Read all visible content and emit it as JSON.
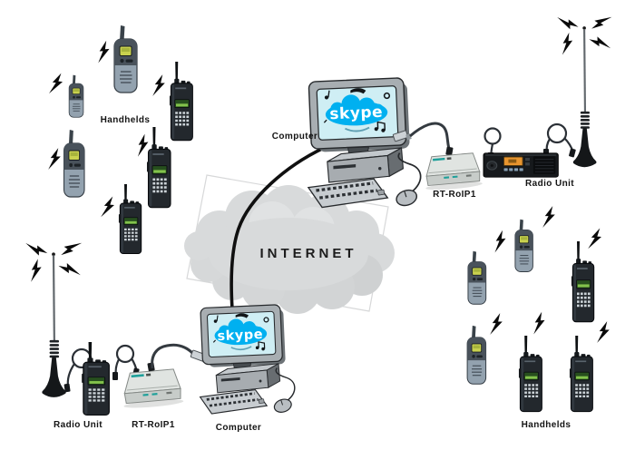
{
  "labels": {
    "internet": "INTERNET",
    "skype": "skype",
    "handhelds_top": "Handhelds",
    "computer_top": "Computer",
    "rtroip_top": "RT-RoIP1",
    "radio_unit_top": "Radio Unit",
    "radio_unit_bottom": "Radio Unit",
    "rtroip_bottom": "RT-RoIP1",
    "computer_bottom": "Computer",
    "handhelds_bottom": "Handhelds"
  },
  "colors": {
    "background": "#ffffff",
    "cloud_gray": "#d8dadb",
    "panel_outline": "#d7d8d9",
    "connection_line": "#101010",
    "skype_blue": "#00b0f0",
    "screen_cyan": "#cfeef4",
    "monitor_gray": "#a8aeb2",
    "device_black": "#16191c",
    "walkie_gray": "#93a2af",
    "lcd_green": "#83c24c",
    "walkie_lcd": "#c9d24f",
    "amber_display": "#e8952f",
    "roip_body": "#dfe3e0",
    "teal_accent": "#1fa09a",
    "label_text": "#141414"
  }
}
